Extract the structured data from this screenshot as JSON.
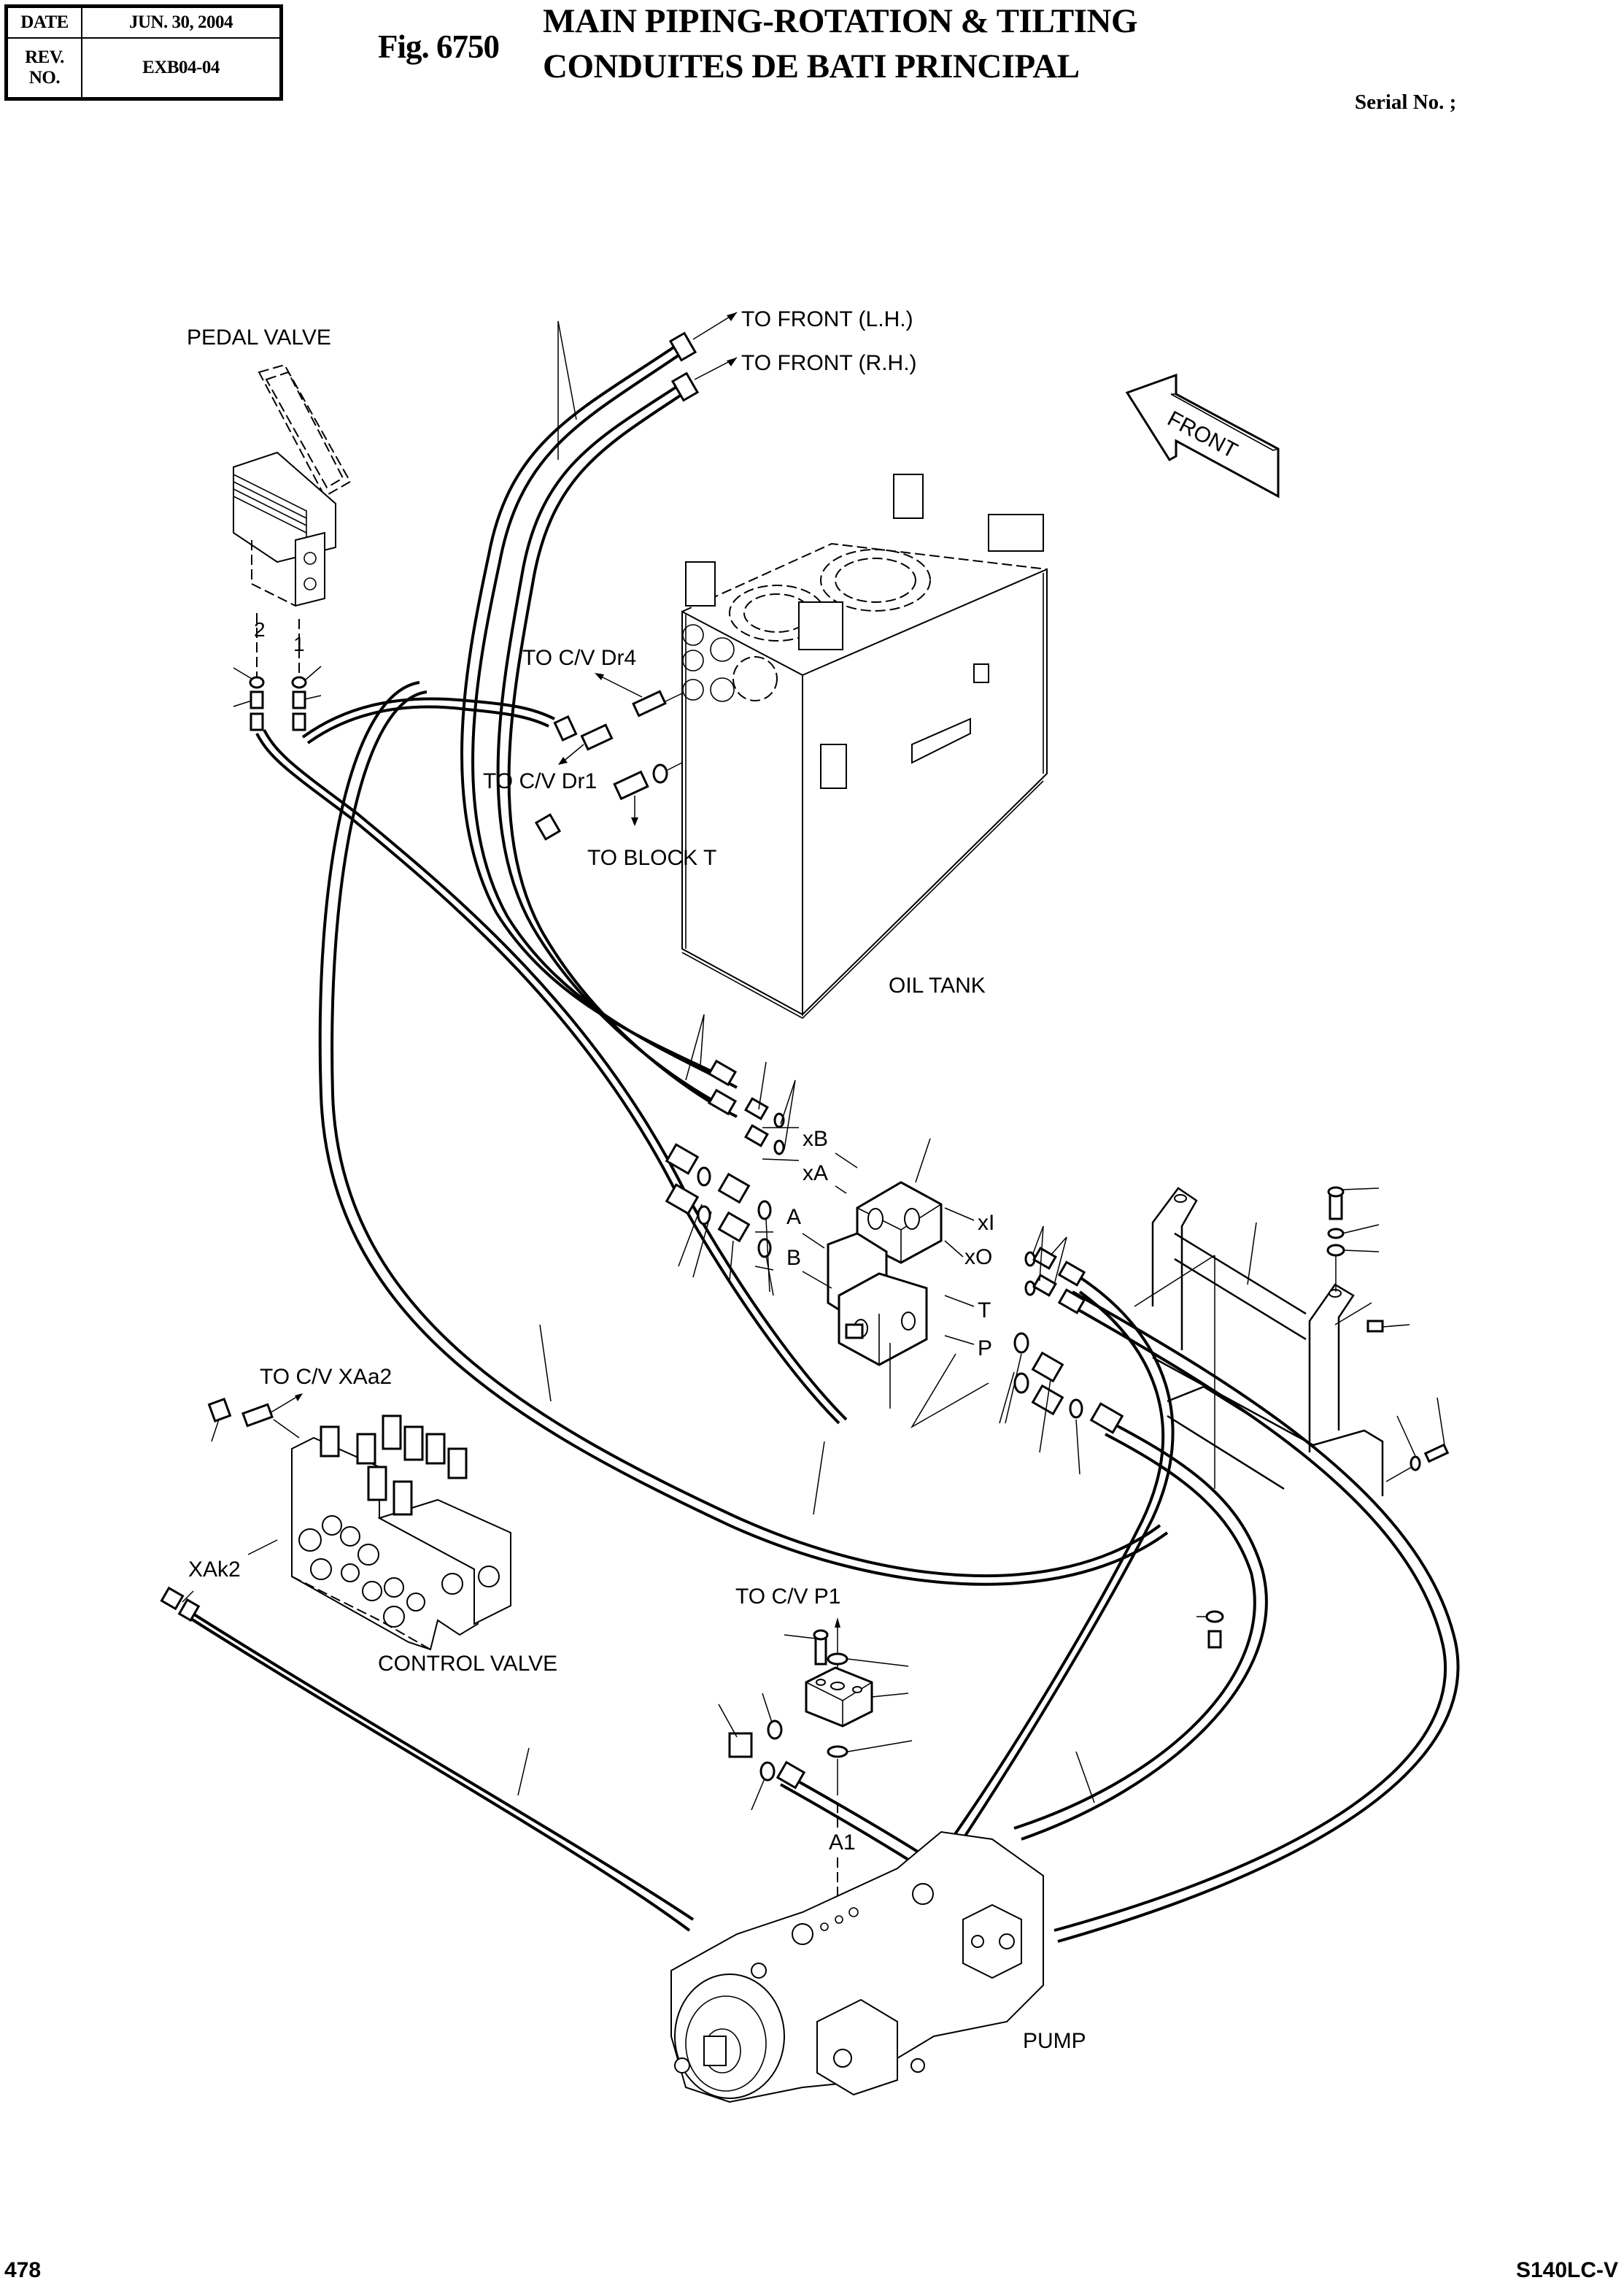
{
  "header": {
    "date_label": "DATE",
    "date_value": "JUN. 30, 2004",
    "rev_label": "REV. NO.",
    "rev_value": "EXB04-04",
    "figure_number": "Fig. 6750",
    "title_en": "MAIN PIPING-ROTATION & TILTING",
    "title_fr": "CONDUITES DE BATI PRINCIPAL",
    "serial_label": "Serial No. ;"
  },
  "footer": {
    "page_number": "478",
    "model": "S140LC-V"
  },
  "diagram": {
    "front_arrow_label": "FRONT",
    "components": {
      "pedal_valve": "PEDAL VALVE",
      "oil_tank": "OIL TANK",
      "control_valve": "CONTROL VALVE",
      "pump": "PUMP"
    },
    "connections": {
      "to_front_lh": "TO FRONT (L.H.)",
      "to_front_rh": "TO FRONT (R.H.)",
      "to_cv_dr4": "TO C/V Dr4",
      "to_cv_dr1": "TO C/V Dr1",
      "to_block_t": "TO BLOCK T",
      "to_cv_xaa2": "TO C/V XAa2",
      "to_cv_p1": "TO C/V P1"
    },
    "port_labels": {
      "pedal_port_2": "2",
      "pedal_port_1": "1",
      "xB": "xB",
      "xA": "xA",
      "A": "A",
      "B": "B",
      "xI": "xI",
      "xO": "xO",
      "T": "T",
      "P": "P",
      "XAk2": "XAk2",
      "A1": "A1"
    }
  }
}
